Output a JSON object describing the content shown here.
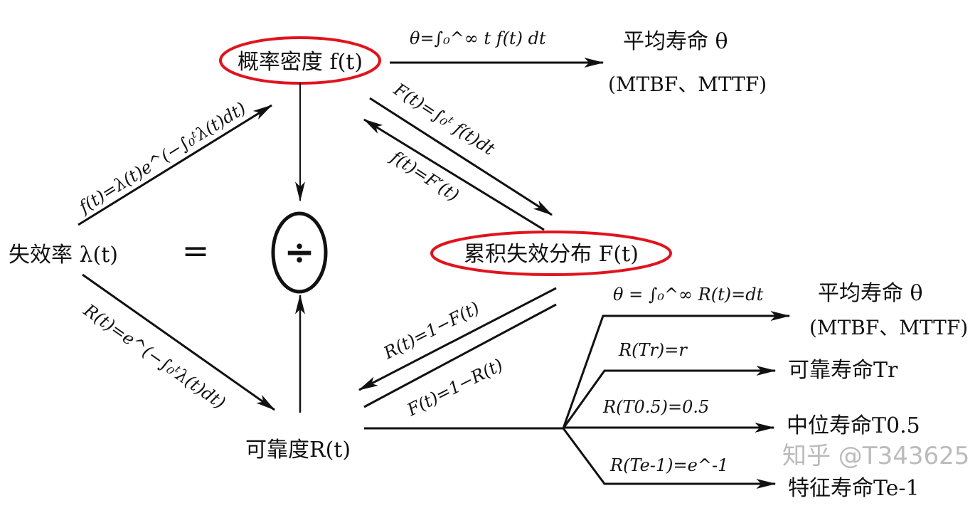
{
  "nodes": {
    "density": "概率密度 f(t)",
    "failure_rate": "失效率 λ(t)",
    "equals": "=",
    "divide": "÷",
    "cdf": "累积失效分布 F(t)",
    "reliability": "可靠度R(t)",
    "mean_life_top": "平均寿命 θ",
    "mean_life_top_abbr": "(MTBF、MTTF)",
    "mean_life_right": "平均寿命 θ",
    "mean_life_right_abbr": "(MTBF、MTTF)",
    "reliable_life": "可靠寿命Tr",
    "median_life": "中位寿命T0.5",
    "characteristic_life": "特征寿命Te-1"
  },
  "edges": {
    "density_to_mean": "θ=∫₀^∞ t f(t) dt",
    "rate_to_density": "f(t)=λ(t)e^(−∫₀ᵗλ(t)dt)",
    "rate_to_reliability": "R(t)=e^(−∫₀ᵗλ(t)dt)",
    "density_to_cdf": "F(t)=∫₀ᵗ f(t)dt",
    "cdf_to_density": "f(t)=F′(t)",
    "cdf_to_reliability": "R(t)=1−F(t)",
    "reliability_to_cdf": "F(t)=1−R(t)",
    "reliability_to_mean": "θ = ∫₀^∞ R(t)=dt",
    "reliable_life_eq": "R(Tr)=r",
    "median_life_eq": "R(T0.5)=0.5",
    "characteristic_life_eq": "R(Te-1)=e^-1"
  },
  "highlight_color": "#e0141e",
  "watermark": "知乎 @T343625"
}
